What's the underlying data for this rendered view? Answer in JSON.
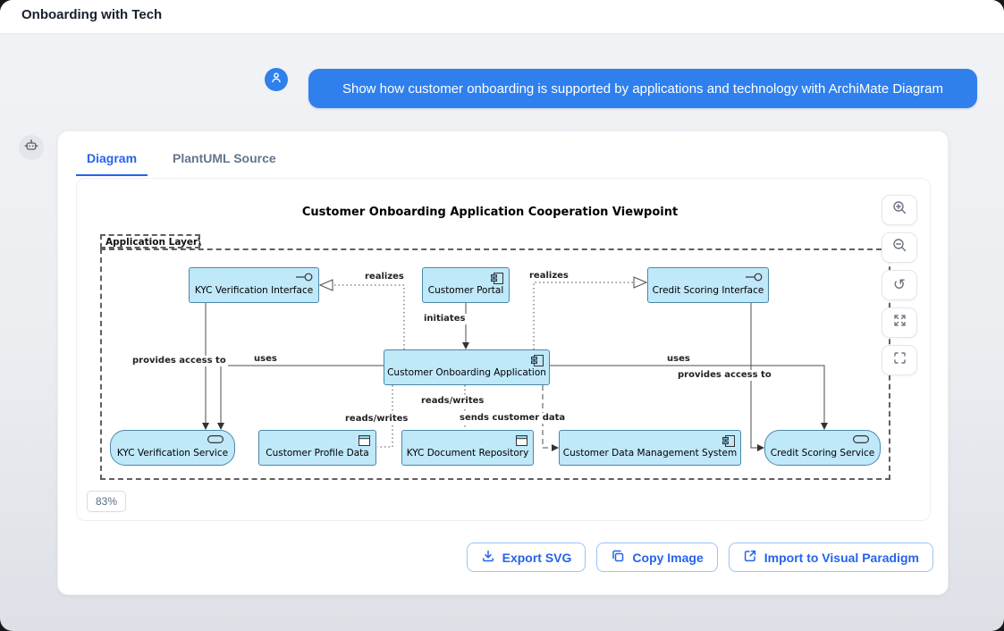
{
  "window": {
    "title": "Onboarding with Tech"
  },
  "chat": {
    "message": "Show how customer onboarding is supported by applications and technology with ArchiMate Diagram"
  },
  "tabs": [
    {
      "label": "Diagram",
      "active": true
    },
    {
      "label": "PlantUML Source",
      "active": false
    }
  ],
  "viewer": {
    "zoom_level": "83%",
    "zoom_controls": [
      "zoom-in-icon",
      "zoom-out-icon",
      "reset-view-icon",
      "fit-view-icon",
      "fullscreen-icon"
    ]
  },
  "actions": [
    {
      "label": "Export SVG",
      "icon": "download-icon"
    },
    {
      "label": "Copy Image",
      "icon": "copy-icon"
    },
    {
      "label": "Import to Visual Paradigm",
      "icon": "external-link-icon"
    }
  ],
  "diagram": {
    "title": "Customer Onboarding Application Cooperation Viewpoint",
    "group_label": "Application Layer\\",
    "nodes": {
      "kyc_interface": {
        "label": "KYC Verification Interface",
        "type": "application-interface"
      },
      "customer_portal": {
        "label": "Customer Portal",
        "type": "application-component"
      },
      "credit_interface": {
        "label": "Credit Scoring Interface",
        "type": "application-interface"
      },
      "onboarding_app": {
        "label": "Customer Onboarding Application",
        "type": "application-component"
      },
      "kyc_service": {
        "label": "KYC Verification Service",
        "type": "application-service"
      },
      "profile_data": {
        "label": "Customer Profile Data",
        "type": "data-object"
      },
      "doc_repo": {
        "label": "KYC Document Repository",
        "type": "data-object"
      },
      "data_mgmt": {
        "label": "Customer Data Management System",
        "type": "application-component"
      },
      "credit_service": {
        "label": "Credit Scoring Service",
        "type": "application-service"
      }
    },
    "edge_labels": {
      "realizes_left": "realizes",
      "realizes_right": "realizes",
      "initiates": "initiates",
      "uses_left": "uses",
      "uses_right": "uses",
      "provides_left": "provides access to",
      "provides_right": "provides access to",
      "reads_writes_left": "reads/writes",
      "reads_writes_mid": "reads/writes",
      "sends": "sends customer data"
    }
  },
  "colors": {
    "accent_blue": "#2f80ed",
    "tab_active": "#2563eb",
    "node_fill": "#bfe8f9",
    "node_border": "#4b87a5",
    "line": "#4d4d4d",
    "page_bg": "#ebedf1"
  }
}
